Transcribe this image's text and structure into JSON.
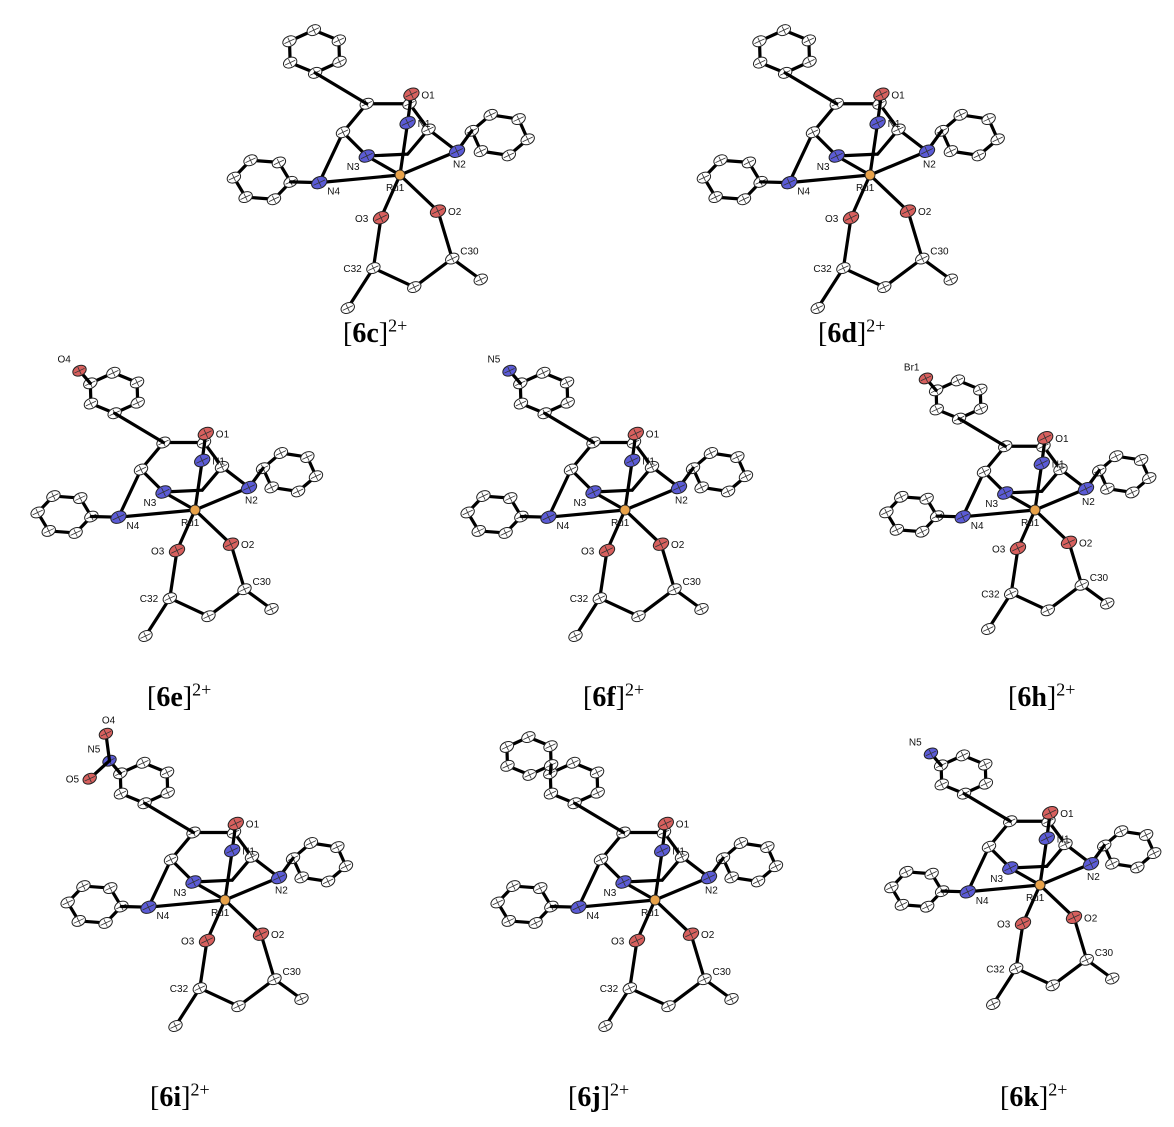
{
  "figure": {
    "panels": [
      {
        "id": "6c",
        "superscript": "2+",
        "extra_label": "",
        "extra_color": "#000000"
      },
      {
        "id": "6d",
        "superscript": "2+",
        "extra_label": "",
        "extra_color": "#000000"
      },
      {
        "id": "6e",
        "superscript": "2+",
        "extra_label": "O4",
        "extra_color": "#d8605e"
      },
      {
        "id": "6f",
        "superscript": "2+",
        "extra_label": "N5",
        "extra_color": "#5b5bd6"
      },
      {
        "id": "6h",
        "superscript": "2+",
        "extra_label": "Br1",
        "extra_color": "#c06060"
      },
      {
        "id": "6i",
        "superscript": "2+",
        "extra_label": "N5",
        "extra_color": "#5b5bd6",
        "extra_label2": "O4",
        "extra_label3": "O5"
      },
      {
        "id": "6j",
        "superscript": "2+",
        "extra_label": "",
        "extra_color": "#000000"
      },
      {
        "id": "6k",
        "superscript": "2+",
        "extra_label": "N5",
        "extra_color": "#5b5bd6"
      }
    ],
    "atom_labels": {
      "ru": "Ru1",
      "n1": "N1",
      "n2": "N2",
      "n3": "N3",
      "n4": "N4",
      "o1": "O1",
      "o2": "O2",
      "o3": "O3",
      "c30": "C30",
      "c32": "C32"
    },
    "colors": {
      "oxygen": "#d8605e",
      "nitrogen": "#5b5bd6",
      "ruthenium": "#e8a24a",
      "carbon": "#ffffff",
      "bond": "#000000"
    }
  }
}
